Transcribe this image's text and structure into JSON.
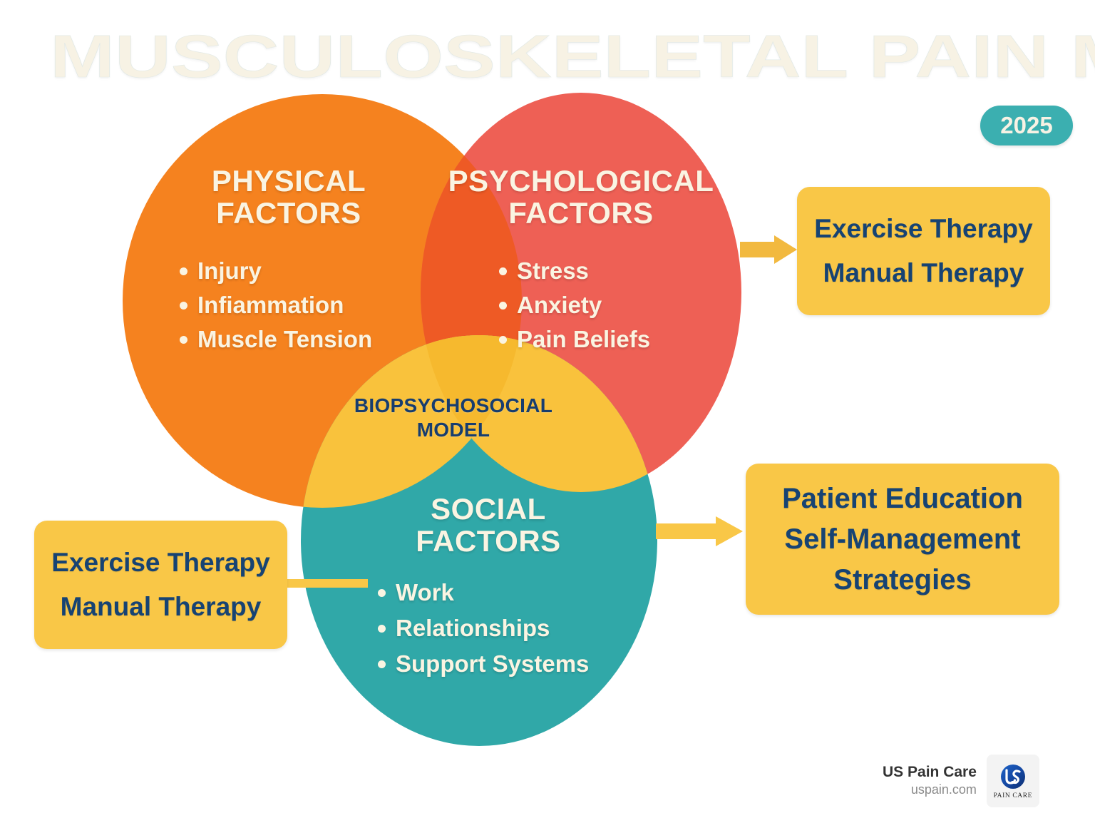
{
  "title": "MUSCULOSKELETAL PAIN MANAGEMENT",
  "year_badge": "2025",
  "colors": {
    "physical": "#F5821F",
    "psychological": "#EE6055",
    "social": "#30A8A8",
    "overlap_center": "#F9C23C",
    "callout_bg": "#F9C747",
    "callout_text": "#174373",
    "title_text": "#F7F2E4",
    "badge_bg": "#3BAFB0",
    "arrow": "#F9C747"
  },
  "venn": {
    "physical": {
      "heading_line1": "PHYSICAL",
      "heading_line2": "FACTORS",
      "items": [
        "Injury",
        "Infiammation",
        "Muscle Tension"
      ]
    },
    "psychological": {
      "heading_line1": "PSYCHOLOGICAL",
      "heading_line2": "FACTORS",
      "items": [
        "Stress",
        "Anxiety",
        "Pain Beliefs"
      ]
    },
    "social": {
      "heading_line1": "SOCIAL",
      "heading_line2": "FACTORS",
      "items": [
        "Work",
        "Relationships",
        "Support Systems"
      ]
    },
    "center": {
      "line1": "BIOPSYCHOSOCIAL",
      "line2": "MODEL"
    }
  },
  "callouts": {
    "top_right": [
      "Exercise Therapy",
      "Manual Therapy"
    ],
    "bottom_right": [
      "Patient Education",
      "Self-Management",
      "Strategies"
    ],
    "bottom_left": [
      "Exercise Therapy",
      "Manual Therapy"
    ]
  },
  "footer": {
    "brand": "US Pain Care",
    "url": "uspain.com",
    "logo_monogram": "US",
    "logo_caption": "PAIN CARE"
  }
}
